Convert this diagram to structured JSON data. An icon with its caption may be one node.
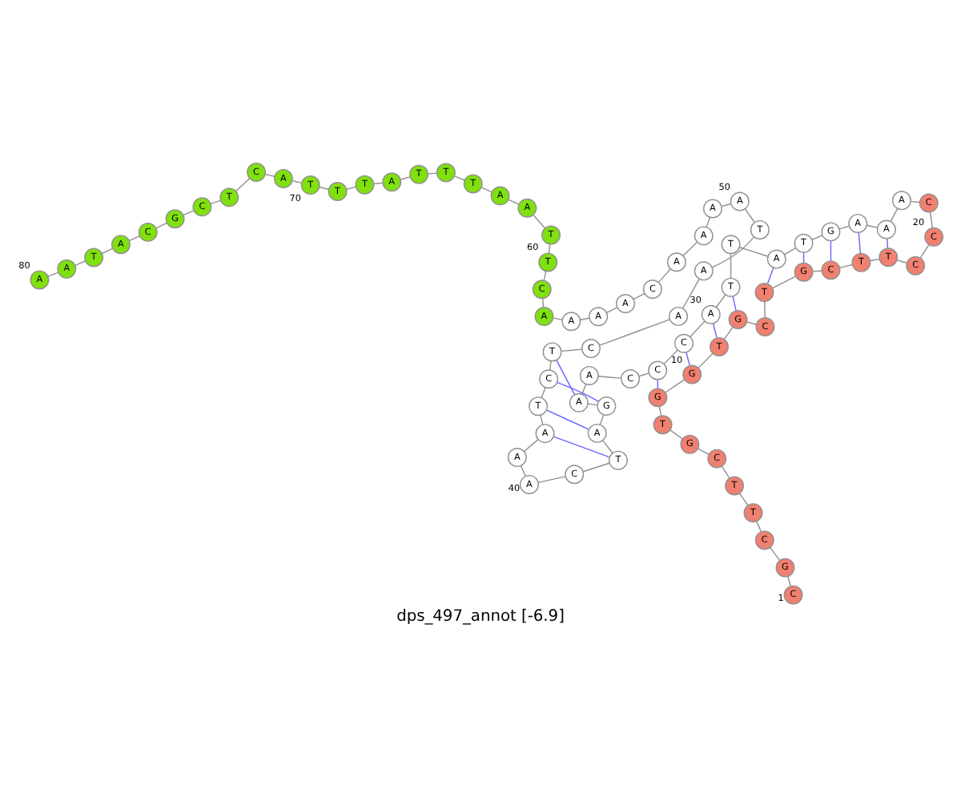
{
  "diagram": {
    "caption": "dps_497_annot [-6.9]",
    "nodes": [
      {
        "text": [
          "C"
        ],
        "beside": [
          "1"
        ]
      },
      {
        "text": [
          "G"
        ]
      },
      {
        "text": [
          "C"
        ]
      },
      {
        "text": [
          "T"
        ]
      },
      {
        "text": [
          "T"
        ]
      },
      {
        "text": [
          "C"
        ]
      },
      {
        "text": [
          "G"
        ]
      },
      {
        "text": [
          "T"
        ]
      },
      {
        "text": [
          "G"
        ]
      },
      {
        "text": [
          "G"
        ],
        "beside": [
          "10"
        ]
      },
      {
        "text": [
          "T"
        ]
      },
      {
        "text": [
          "G"
        ]
      },
      {
        "text": [
          "C"
        ]
      },
      {
        "text": [
          "T"
        ]
      },
      {
        "text": [
          "G"
        ]
      },
      {
        "text": [
          "C"
        ]
      },
      {
        "text": [
          "T"
        ]
      },
      {
        "text": [
          "T"
        ]
      },
      {
        "text": [
          "C"
        ]
      },
      {
        "text": [
          "C"
        ],
        "beside": [
          "20"
        ]
      },
      {
        "text": [
          "C"
        ]
      },
      {
        "text": [
          "A"
        ]
      },
      {
        "text": [
          "A"
        ]
      },
      {
        "text": [
          "A"
        ]
      },
      {
        "text": [
          "G"
        ]
      },
      {
        "text": [
          "T"
        ]
      },
      {
        "text": [
          "A"
        ]
      },
      {
        "text": [
          "T"
        ]
      },
      {
        "text": [
          "T"
        ]
      },
      {
        "text": [
          "A"
        ],
        "beside": [
          "30"
        ]
      },
      {
        "text": [
          "C"
        ]
      },
      {
        "text": [
          "C"
        ]
      },
      {
        "text": [
          "C"
        ]
      },
      {
        "text": [
          "A"
        ]
      },
      {
        "text": [
          "A"
        ]
      },
      {
        "text": [
          "G"
        ]
      },
      {
        "text": [
          "A"
        ]
      },
      {
        "text": [
          "T"
        ]
      },
      {
        "text": [
          "C"
        ]
      },
      {
        "text": [
          "A"
        ],
        "beside": [
          "40"
        ]
      },
      {
        "text": [
          "A"
        ]
      },
      {
        "text": [
          "A"
        ]
      },
      {
        "text": [
          "T"
        ]
      },
      {
        "text": [
          "C"
        ]
      },
      {
        "text": [
          "T"
        ]
      },
      {
        "text": [
          "C"
        ]
      },
      {
        "text": [
          "A"
        ]
      },
      {
        "text": [
          "A"
        ]
      },
      {
        "text": [
          "T"
        ]
      },
      {
        "text": [
          "A"
        ],
        "beside": [
          "50"
        ]
      },
      {
        "text": [
          "A"
        ]
      },
      {
        "text": [
          "A"
        ]
      },
      {
        "text": [
          "A"
        ]
      },
      {
        "text": [
          "C"
        ]
      },
      {
        "text": [
          "A"
        ]
      },
      {
        "text": [
          "A"
        ]
      },
      {
        "text": [
          "A"
        ]
      },
      {
        "text": [
          "A"
        ]
      },
      {
        "text": [
          "C"
        ]
      },
      {
        "text": [
          "T"
        ],
        "beside": [
          "60"
        ]
      },
      {
        "text": [
          "T"
        ]
      },
      {
        "text": [
          "A"
        ]
      },
      {
        "text": [
          "A"
        ]
      },
      {
        "text": [
          "T"
        ]
      },
      {
        "text": [
          "T"
        ]
      },
      {
        "text": [
          "T"
        ]
      },
      {
        "text": [
          "A"
        ]
      },
      {
        "text": [
          "T"
        ]
      },
      {
        "text": [
          "T"
        ]
      },
      {
        "text": [
          "T"
        ],
        "beside": [
          "70"
        ]
      },
      {
        "text": [
          "A"
        ]
      },
      {
        "text": [
          "C"
        ]
      },
      {
        "text": [
          "T"
        ]
      },
      {
        "text": [
          "C"
        ]
      },
      {
        "text": [
          "G"
        ]
      },
      {
        "text": [
          "C"
        ]
      },
      {
        "text": [
          "A"
        ]
      },
      {
        "text": [
          "T"
        ]
      },
      {
        "text": [
          "A"
        ]
      },
      {
        "text": [
          "A"
        ],
        "beside": [
          "80"
        ]
      }
    ],
    "edges": [
      {
        "from": 0,
        "to": 1,
        "arrow": "none"
      },
      {
        "from": 1,
        "to": 2,
        "arrow": "none"
      },
      {
        "from": 2,
        "to": 3,
        "arrow": "none"
      },
      {
        "from": 3,
        "to": 4,
        "arrow": "none"
      },
      {
        "from": 4,
        "to": 5,
        "arrow": "none"
      },
      {
        "from": 5,
        "to": 6,
        "arrow": "none"
      },
      {
        "from": 6,
        "to": 7,
        "arrow": "none"
      },
      {
        "from": 7,
        "to": 8,
        "arrow": "none"
      },
      {
        "from": 8,
        "to": 9,
        "arrow": "none"
      },
      {
        "from": 9,
        "to": 10,
        "arrow": "none"
      },
      {
        "from": 10,
        "to": 11,
        "arrow": "none"
      },
      {
        "from": 11,
        "to": 12,
        "arrow": "none"
      },
      {
        "from": 12,
        "to": 13,
        "arrow": "none"
      },
      {
        "from": 13,
        "to": 14,
        "arrow": "none"
      },
      {
        "from": 14,
        "to": 15,
        "arrow": "none"
      },
      {
        "from": 15,
        "to": 16,
        "arrow": "none"
      },
      {
        "from": 16,
        "to": 17,
        "arrow": "none"
      },
      {
        "from": 17,
        "to": 18,
        "arrow": "none"
      },
      {
        "from": 18,
        "to": 19,
        "arrow": "none"
      },
      {
        "from": 19,
        "to": 20,
        "arrow": "none"
      },
      {
        "from": 20,
        "to": 21,
        "arrow": "none"
      },
      {
        "from": 21,
        "to": 22,
        "arrow": "none"
      },
      {
        "from": 22,
        "to": 23,
        "arrow": "none"
      },
      {
        "from": 23,
        "to": 24,
        "arrow": "none"
      },
      {
        "from": 24,
        "to": 25,
        "arrow": "none"
      },
      {
        "from": 25,
        "to": 26,
        "arrow": "none"
      },
      {
        "from": 26,
        "to": 27,
        "arrow": "none"
      },
      {
        "from": 27,
        "to": 28,
        "arrow": "none"
      },
      {
        "from": 28,
        "to": 29,
        "arrow": "none"
      },
      {
        "from": 29,
        "to": 30,
        "arrow": "none"
      },
      {
        "from": 30,
        "to": 31,
        "arrow": "none"
      },
      {
        "from": 31,
        "to": 32,
        "arrow": "none"
      },
      {
        "from": 32,
        "to": 33,
        "arrow": "none"
      },
      {
        "from": 33,
        "to": 34,
        "arrow": "none"
      },
      {
        "from": 34,
        "to": 35,
        "arrow": "none"
      },
      {
        "from": 35,
        "to": 36,
        "arrow": "none"
      },
      {
        "from": 36,
        "to": 37,
        "arrow": "none"
      },
      {
        "from": 37,
        "to": 38,
        "arrow": "none"
      },
      {
        "from": 38,
        "to": 39,
        "arrow": "none"
      },
      {
        "from": 39,
        "to": 40,
        "arrow": "none"
      },
      {
        "from": 40,
        "to": 41,
        "arrow": "none"
      },
      {
        "from": 41,
        "to": 42,
        "arrow": "none"
      },
      {
        "from": 42,
        "to": 43,
        "arrow": "none"
      },
      {
        "from": 43,
        "to": 44,
        "arrow": "none"
      },
      {
        "from": 44,
        "to": 45,
        "arrow": "none"
      },
      {
        "from": 45,
        "to": 46,
        "arrow": "none"
      },
      {
        "from": 46,
        "to": 47,
        "arrow": "none"
      },
      {
        "from": 47,
        "to": 48,
        "arrow": "none"
      },
      {
        "from": 48,
        "to": 49,
        "arrow": "none"
      },
      {
        "from": 49,
        "to": 50,
        "arrow": "none"
      },
      {
        "from": 50,
        "to": 51,
        "arrow": "none"
      },
      {
        "from": 51,
        "to": 52,
        "arrow": "none"
      },
      {
        "from": 52,
        "to": 53,
        "arrow": "none"
      },
      {
        "from": 53,
        "to": 54,
        "arrow": "none"
      },
      {
        "from": 54,
        "to": 55,
        "arrow": "none"
      },
      {
        "from": 55,
        "to": 56,
        "arrow": "none"
      },
      {
        "from": 56,
        "to": 57,
        "arrow": "none"
      },
      {
        "from": 57,
        "to": 58,
        "arrow": "none"
      },
      {
        "from": 58,
        "to": 59,
        "arrow": "none"
      },
      {
        "from": 59,
        "to": 60,
        "arrow": "none"
      },
      {
        "from": 60,
        "to": 61,
        "arrow": "none"
      },
      {
        "from": 61,
        "to": 62,
        "arrow": "none"
      },
      {
        "from": 62,
        "to": 63,
        "arrow": "none"
      },
      {
        "from": 63,
        "to": 64,
        "arrow": "none"
      },
      {
        "from": 64,
        "to": 65,
        "arrow": "none"
      },
      {
        "from": 65,
        "to": 66,
        "arrow": "none"
      },
      {
        "from": 66,
        "to": 67,
        "arrow": "none"
      },
      {
        "from": 67,
        "to": 68,
        "arrow": "none"
      },
      {
        "from": 68,
        "to": 69,
        "arrow": "none"
      },
      {
        "from": 69,
        "to": 70,
        "arrow": "none"
      },
      {
        "from": 70,
        "to": 71,
        "arrow": "none"
      },
      {
        "from": 71,
        "to": 72,
        "arrow": "none"
      },
      {
        "from": 72,
        "to": 73,
        "arrow": "none"
      },
      {
        "from": 73,
        "to": 74,
        "arrow": "none"
      },
      {
        "from": 74,
        "to": 75,
        "arrow": "none"
      },
      {
        "from": 75,
        "to": 76,
        "arrow": "none"
      },
      {
        "from": 76,
        "to": 77,
        "arrow": "none"
      },
      {
        "from": 77,
        "to": 78,
        "arrow": "none"
      },
      {
        "from": 78,
        "to": 79,
        "arrow": "none"
      },
      {
        "from": 8,
        "to": 31,
        "arrow": "none",
        "color": "#6666ff"
      },
      {
        "from": 9,
        "to": 30,
        "arrow": "none",
        "color": "#6666ff"
      },
      {
        "from": 10,
        "to": 29,
        "arrow": "none",
        "color": "#6666ff"
      },
      {
        "from": 11,
        "to": 28,
        "arrow": "none",
        "color": "#6666ff"
      },
      {
        "from": 13,
        "to": 26,
        "arrow": "none",
        "color": "#6666ff"
      },
      {
        "from": 14,
        "to": 25,
        "arrow": "none",
        "color": "#6666ff"
      },
      {
        "from": 15,
        "to": 24,
        "arrow": "none",
        "color": "#6666ff"
      },
      {
        "from": 16,
        "to": 23,
        "arrow": "none",
        "color": "#6666ff"
      },
      {
        "from": 17,
        "to": 22,
        "arrow": "none",
        "color": "#6666ff"
      },
      {
        "from": 34,
        "to": 44,
        "arrow": "none",
        "color": "#6666ff"
      },
      {
        "from": 35,
        "to": 43,
        "arrow": "none",
        "color": "#6666ff"
      },
      {
        "from": 36,
        "to": 42,
        "arrow": "none",
        "color": "#6666ff"
      },
      {
        "from": 37,
        "to": 41,
        "arrow": "none",
        "color": "#6666ff"
      }
    ]
  }
}
